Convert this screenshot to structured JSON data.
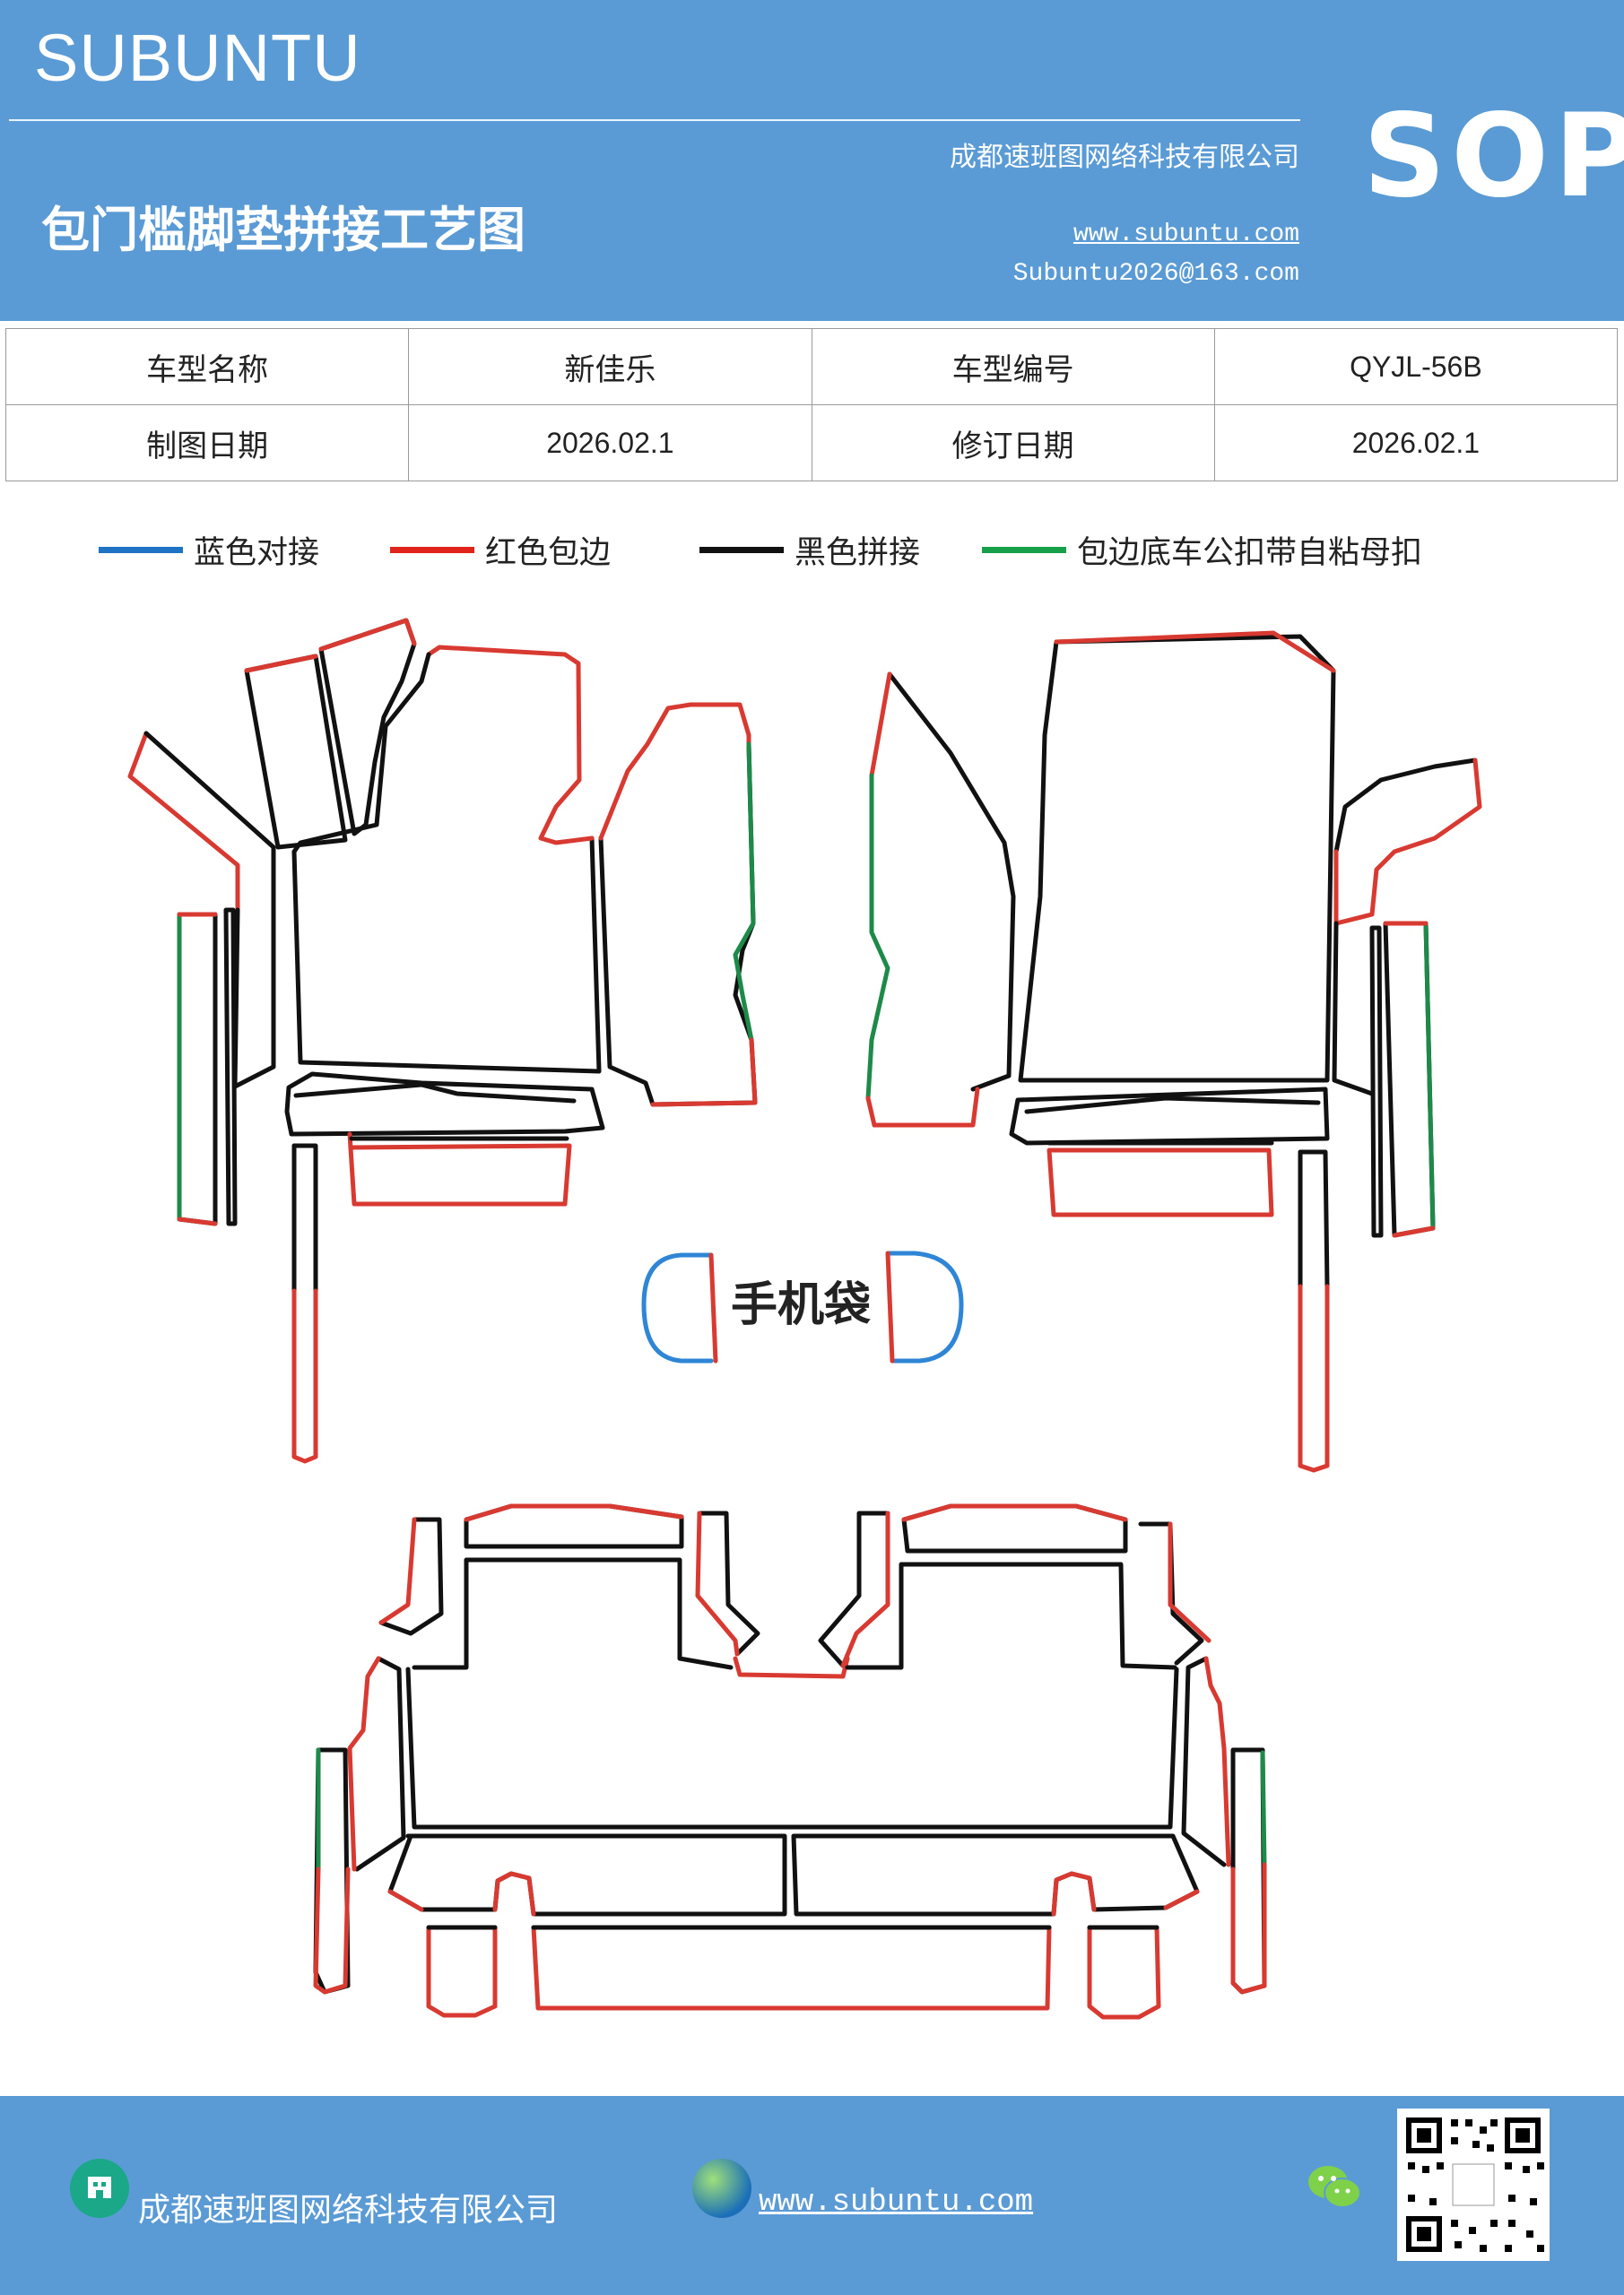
{
  "header": {
    "brand": "SUBUNTU",
    "badge": "SOP",
    "company": "成都速班图网络科技有限公司",
    "title": "包门槛脚垫拼接工艺图",
    "website": "www.subuntu.com",
    "email": "Subuntu2026@163.com"
  },
  "info_table": {
    "rows": [
      [
        "车型名称",
        "新佳乐",
        "车型编号",
        "QYJL-56B"
      ],
      [
        "制图日期",
        "2026.02.1",
        "修订日期",
        "2026.02.1"
      ]
    ]
  },
  "legend": [
    {
      "label": "蓝色对接",
      "color": "#1f73c4"
    },
    {
      "label": "红色包边",
      "color": "#e0231b"
    },
    {
      "label": "黑色拼接",
      "color": "#111111"
    },
    {
      "label": "包边底车公扣带自粘母扣",
      "color": "#16a04a"
    }
  ],
  "diagram": {
    "center_label": "手机袋",
    "colors": {
      "red": "#d83a32",
      "black": "#111111",
      "green": "#1d8a4a",
      "blue": "#2f86d6"
    }
  },
  "footer": {
    "company": "成都速班图网络科技有限公司",
    "website": "www.subuntu.com"
  }
}
